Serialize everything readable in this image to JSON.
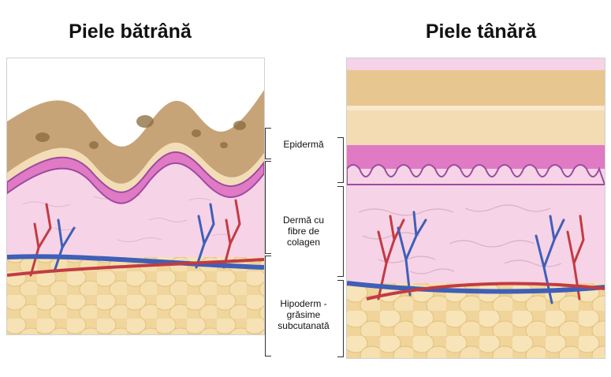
{
  "titles": {
    "old_skin": "Piele bătrână",
    "young_skin": "Piele tânără"
  },
  "layers": {
    "epidermis": "Epidermă",
    "dermis": "Dermă cu\nfibre de\ncolagen",
    "hypodermis": "Hipoderm -\ngrăsime\nsubcutanată"
  },
  "colors": {
    "epidermis_tan": "#c9a679",
    "epidermis_light": "#f2dcb4",
    "basal_pink": "#e17cc6",
    "basal_purple": "#9d4aa0",
    "dermis_pink": "#f6d2e6",
    "fat_yellow": "#f1d79f",
    "artery_red": "#c23b44",
    "vein_blue": "#3f5fb8",
    "age_spot": "#8c6a3e"
  }
}
